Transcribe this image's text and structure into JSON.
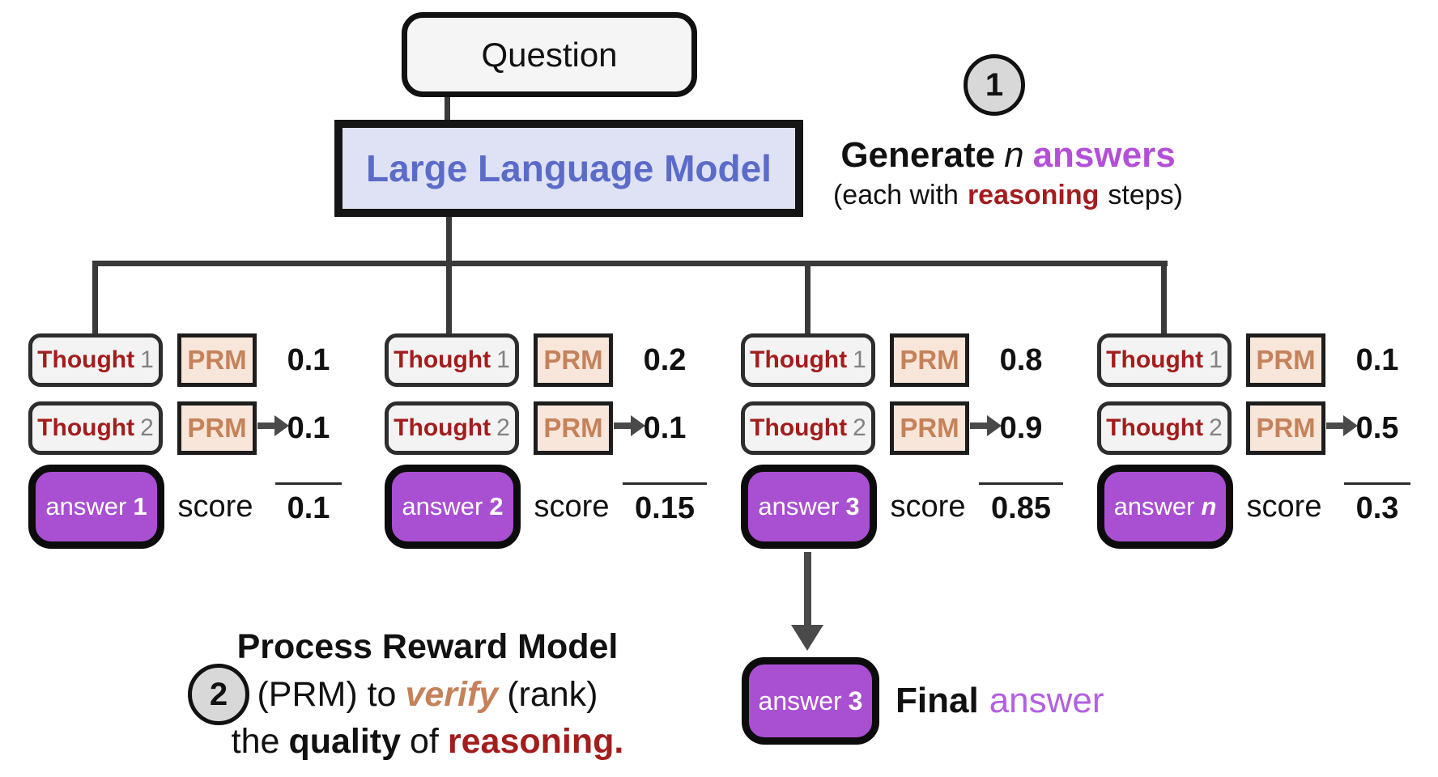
{
  "top": {
    "question": "Question",
    "llm": "Large Language Model"
  },
  "step1": {
    "badge": "1",
    "line1": {
      "generate": "Generate",
      "n": "n",
      "answers": "answers"
    },
    "line2": {
      "pre": "(each with",
      "reasoning": "reasoning",
      "post": "steps)"
    }
  },
  "step2": {
    "badge": "2",
    "line1": "Process Reward Model",
    "line2": {
      "pre": "(PRM) to",
      "verify": "verify",
      "post": "(rank)"
    },
    "line3": {
      "pre": "the",
      "quality": "quality",
      "mid": "of",
      "reasoning": "reasoning."
    }
  },
  "labels": {
    "thought": "Thought",
    "thought1_num": "1",
    "thought2_num": "2",
    "prm": "PRM",
    "score": "score"
  },
  "columns": [
    {
      "answer_word": "answer",
      "answer_num": "1",
      "prm1_value": "0.1",
      "prm2_value": "0.1",
      "total": "0.1"
    },
    {
      "answer_word": "answer",
      "answer_num": "2",
      "prm1_value": "0.2",
      "prm2_value": "0.1",
      "total": "0.15"
    },
    {
      "answer_word": "answer",
      "answer_num": "3",
      "prm1_value": "0.8",
      "prm2_value": "0.9",
      "total": "0.85"
    },
    {
      "answer_word": "answer",
      "answer_num": "n",
      "prm1_value": "0.1",
      "prm2_value": "0.5",
      "total": "0.3"
    }
  ],
  "final": {
    "answer_word": "answer",
    "answer_num": "3",
    "label_bold": "Final",
    "label_purple": "answer"
  },
  "colors": {
    "answer_box_purple": "#a94fd2",
    "answers_text_purple": "#b44fd8",
    "final_answer_purple": "#b260e2",
    "reasoning_red": "#a31d1d",
    "verify_tan": "#c5825a",
    "llm_text_blue": "#5b6bc8",
    "llm_box_bg": "#dfe2f4",
    "prm_box_bg": "#f7e6d9",
    "thought_box_bg": "#f3f3f3",
    "badge_bg": "#d8d8d8",
    "connector_gray": "#3a3a3a"
  }
}
